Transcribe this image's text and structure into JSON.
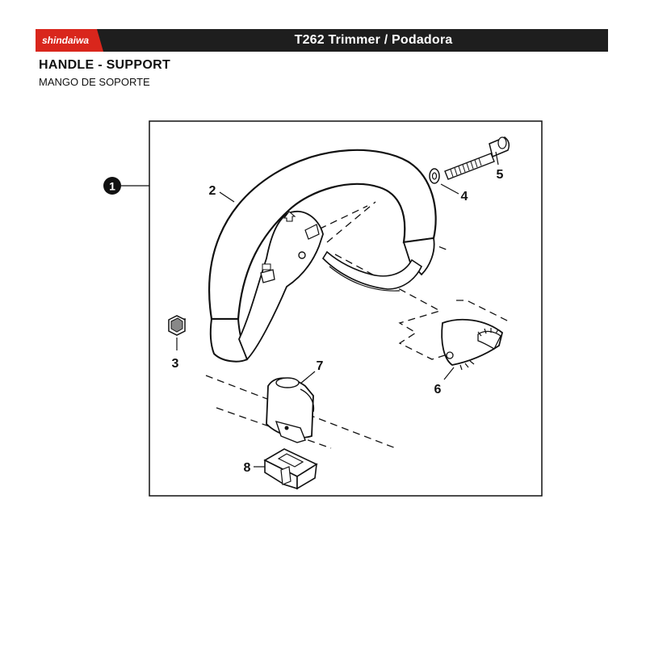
{
  "header": {
    "brand": "shindaiwa",
    "title": "T262 Trimmer / Podadora",
    "brand_color": "#d9261c",
    "bar_color": "#1e1e1e"
  },
  "section": {
    "title": "HANDLE - SUPPORT",
    "subtitle": "MANGO DE SOPORTE"
  },
  "callouts": {
    "assembly": "1",
    "handle": "2",
    "nut": "3",
    "washer": "4",
    "bolt": "5",
    "bracket": "6",
    "clamp": "7",
    "spacer": "8"
  }
}
